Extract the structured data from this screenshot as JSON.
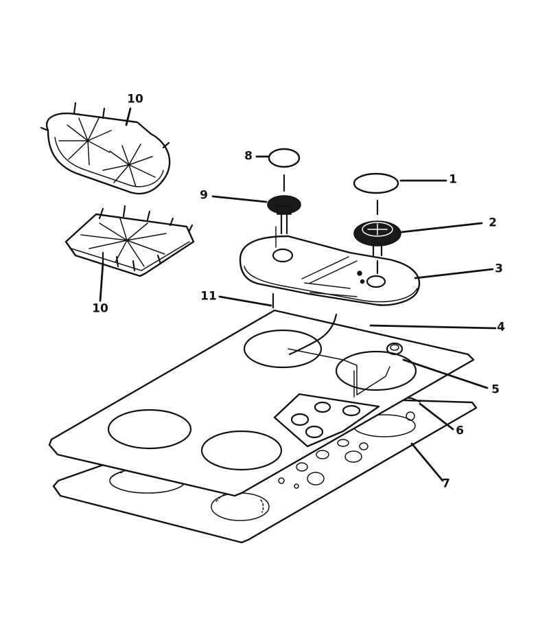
{
  "diagram": {
    "callouts": [
      {
        "id": "c1",
        "label": "1"
      },
      {
        "id": "c2",
        "label": "2"
      },
      {
        "id": "c3",
        "label": "3"
      },
      {
        "id": "c4",
        "label": "4"
      },
      {
        "id": "c5",
        "label": "5"
      },
      {
        "id": "c6",
        "label": "6"
      },
      {
        "id": "c7",
        "label": "7"
      },
      {
        "id": "c8",
        "label": "8"
      },
      {
        "id": "c9",
        "label": "9"
      },
      {
        "id": "c10a",
        "label": "10"
      },
      {
        "id": "c10b",
        "label": "10"
      },
      {
        "id": "c11",
        "label": "11"
      }
    ]
  }
}
